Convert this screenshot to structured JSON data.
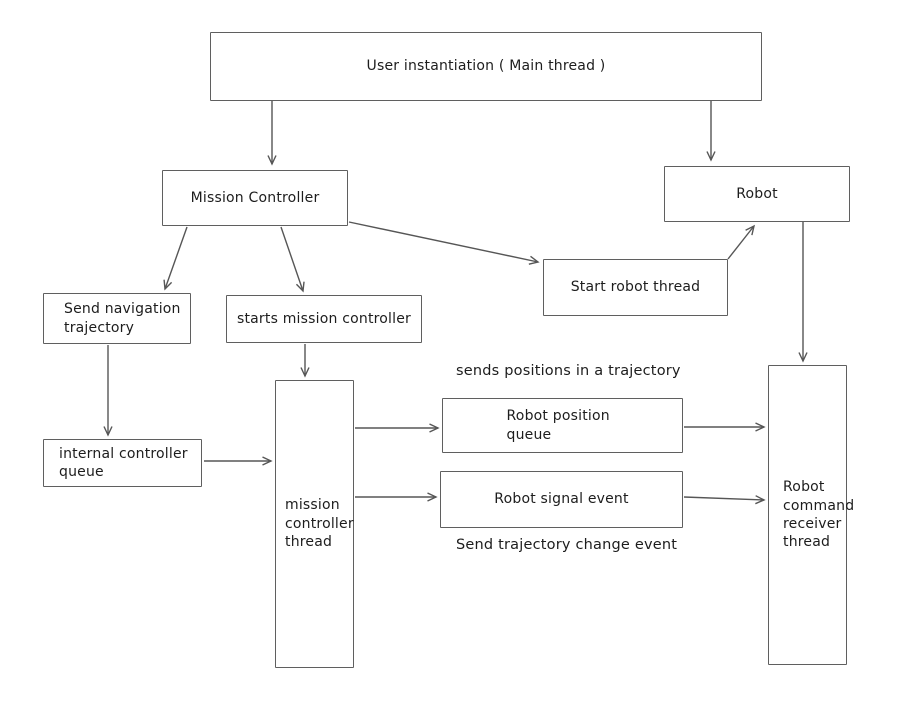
{
  "nodes": {
    "user_instantiation": {
      "label": "User instantiation ( Main thread )"
    },
    "mission_controller": {
      "label": "Mission Controller"
    },
    "robot": {
      "label": "Robot"
    },
    "start_robot_thread": {
      "label": "Start robot thread"
    },
    "send_navigation_trajectory": {
      "label": "Send navigation trajectory"
    },
    "starts_mission_controller": {
      "label": "starts mission controller"
    },
    "internal_controller_queue": {
      "label": "internal controller queue"
    },
    "mission_controller_thread": {
      "label": "mission controller thread"
    },
    "robot_position_queue": {
      "label": "Robot position queue"
    },
    "robot_signal_event": {
      "label": "Robot signal event"
    },
    "robot_command_receiver_thread": {
      "label": "Robot command receiver thread"
    }
  },
  "labels": {
    "sends_positions": "sends positions in a trajectory",
    "send_trajectory_change": "Send trajectory change event"
  },
  "colors": {
    "box_stroke": "#5f5f5f",
    "arrow_stroke": "#565656",
    "text": "#1d1d1d",
    "background": "#ffffff"
  }
}
